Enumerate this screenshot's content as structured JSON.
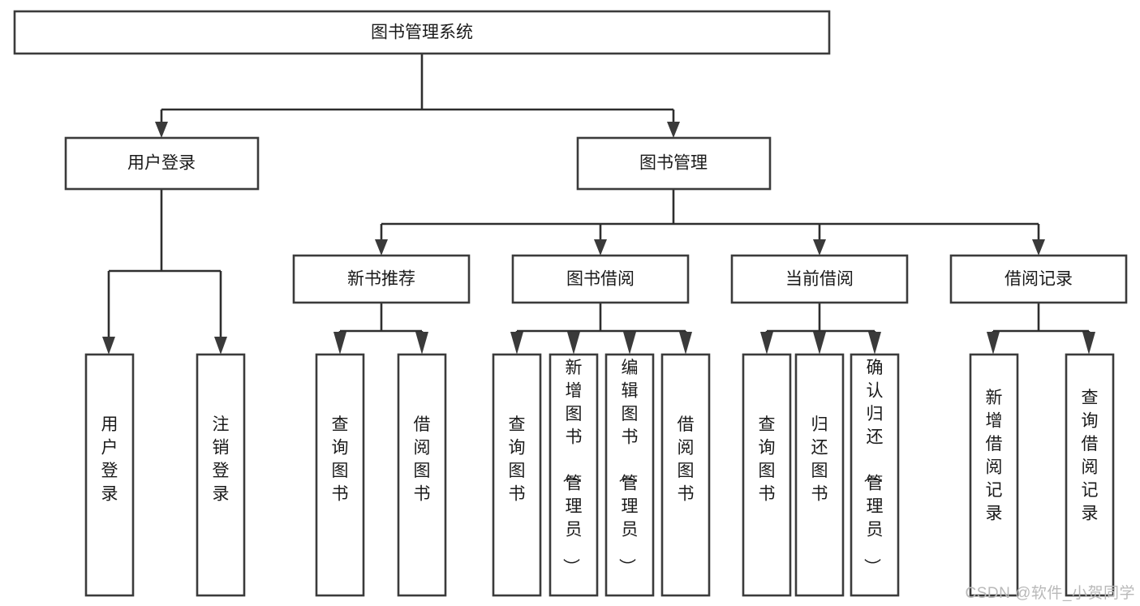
{
  "diagram": {
    "title": "图书管理系统",
    "type": "hierarchy-tree",
    "watermark": "CSDN @软件_小贺同学",
    "colors": {
      "box_fill": "#ffffff",
      "box_stroke": "#3b3b3b",
      "connector": "#2e2e2e",
      "text": "#1a1a1a",
      "watermark": "#b9b9b9",
      "background": "#ffffff"
    },
    "levels": {
      "root": {
        "label": "图书管理系统"
      },
      "level2": [
        {
          "id": "user-login",
          "label": "用户登录"
        },
        {
          "id": "book-management",
          "label": "图书管理"
        }
      ],
      "level3": [
        {
          "id": "new-book-recommend",
          "label": "新书推荐",
          "parent": "book-management"
        },
        {
          "id": "book-borrow",
          "label": "图书借阅",
          "parent": "book-management"
        },
        {
          "id": "current-borrow",
          "label": "当前借阅",
          "parent": "book-management"
        },
        {
          "id": "borrow-record",
          "label": "借阅记录",
          "parent": "book-management"
        }
      ],
      "leaves": [
        {
          "id": "leaf-user-login",
          "label": "用户登录",
          "parent": "user-login"
        },
        {
          "id": "leaf-logout",
          "label": "注销登录",
          "parent": "user-login"
        },
        {
          "id": "leaf-query-book-1",
          "label": "查询图书",
          "parent": "new-book-recommend"
        },
        {
          "id": "leaf-borrow-book-1",
          "label": "借阅图书",
          "parent": "new-book-recommend"
        },
        {
          "id": "leaf-query-book-2",
          "label": "查询图书",
          "parent": "book-borrow"
        },
        {
          "id": "leaf-add-book",
          "label": "新增图书（管理员）",
          "parent": "book-borrow"
        },
        {
          "id": "leaf-edit-book",
          "label": "编辑图书（管理员）",
          "parent": "book-borrow"
        },
        {
          "id": "leaf-borrow-book-2",
          "label": "借阅图书",
          "parent": "book-borrow"
        },
        {
          "id": "leaf-query-book-3",
          "label": "查询图书",
          "parent": "current-borrow"
        },
        {
          "id": "leaf-return-book",
          "label": "归还图书",
          "parent": "current-borrow"
        },
        {
          "id": "leaf-confirm-return",
          "label": "确认归还（管理员）",
          "parent": "current-borrow"
        },
        {
          "id": "leaf-add-record",
          "label": "新增借阅记录",
          "parent": "borrow-record"
        },
        {
          "id": "leaf-query-record",
          "label": "查询借阅记录",
          "parent": "borrow-record"
        }
      ]
    }
  }
}
